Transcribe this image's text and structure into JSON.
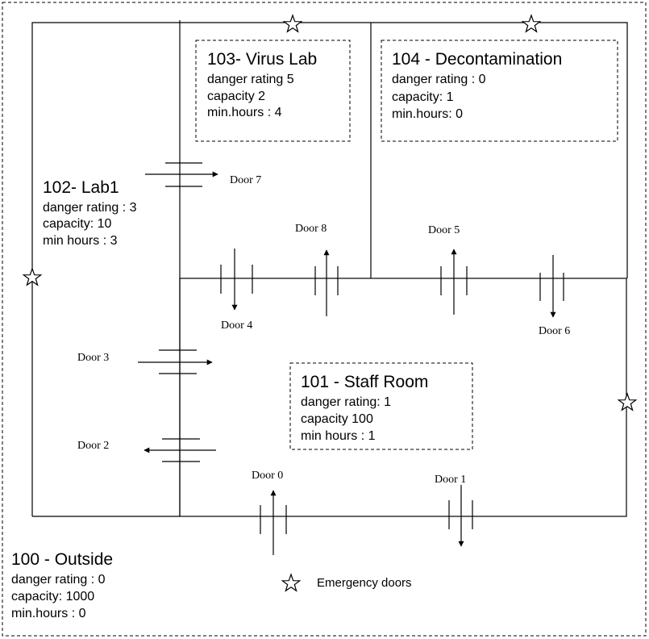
{
  "rooms": {
    "outside": {
      "title": "100 - Outside",
      "l1": "danger rating : 0",
      "l2": "capacity: 1000",
      "l3": "min.hours : 0"
    },
    "lab1": {
      "title": "102- Lab1",
      "l1": "danger rating : 3",
      "l2": "capacity: 10",
      "l3": "min hours : 3"
    },
    "virus": {
      "title": "103- Virus Lab",
      "l1": "danger rating 5",
      "l2": "capacity 2",
      "l3": "min.hours : 4"
    },
    "decon": {
      "title": "104 - Decontamination",
      "l1": "danger rating : 0",
      "l2": "capacity: 1",
      "l3": "min.hours: 0"
    },
    "staff": {
      "title": "101 - Staff Room",
      "l1": "danger rating: 1",
      "l2": "capacity 100",
      "l3": "min hours  : 1"
    }
  },
  "doors": {
    "d0": "Door 0",
    "d1": "Door 1",
    "d2": "Door 2",
    "d3": "Door 3",
    "d4": "Door 4",
    "d5": "Door 5",
    "d6": "Door 6",
    "d7": "Door 7",
    "d8": "Door 8"
  },
  "legend": {
    "label": "Emergency doors",
    "icon": "star-icon"
  }
}
